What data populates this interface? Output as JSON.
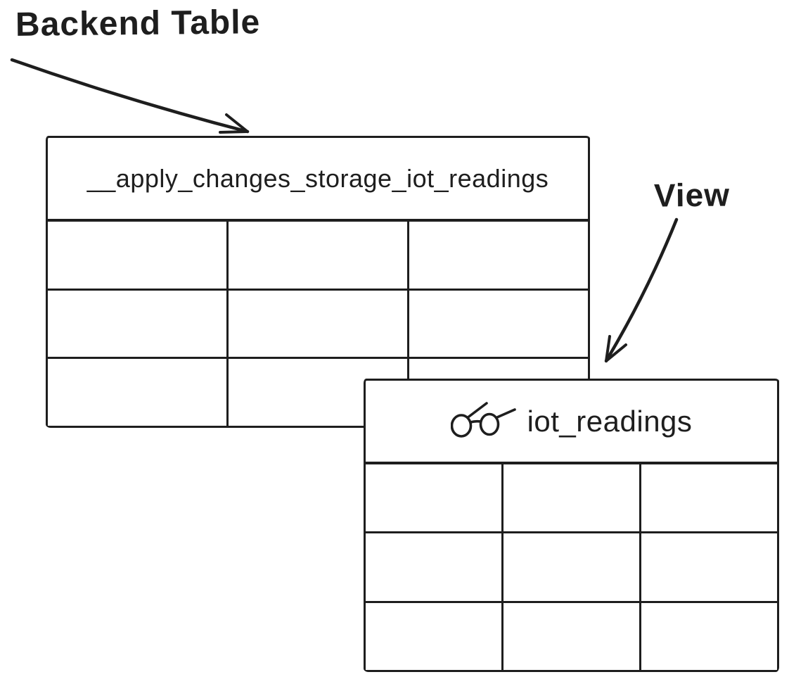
{
  "colors": {
    "ink": "#1e1e1e",
    "background": "#ffffff"
  },
  "annotations": {
    "backend_label": "Backend Table",
    "view_label": "View"
  },
  "tables": {
    "backend": {
      "title": "__apply_changes_storage_iot_readings",
      "icon": "none",
      "rows": 3,
      "cols": 3
    },
    "view": {
      "title": "iot_readings",
      "icon": "glasses-icon",
      "rows": 3,
      "cols": 3
    }
  }
}
